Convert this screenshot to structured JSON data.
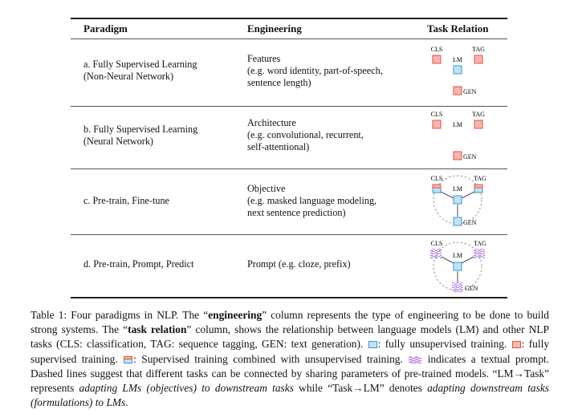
{
  "table": {
    "headers": {
      "paradigm": "Paradigm",
      "engineering": "Engineering",
      "relation": "Task Relation"
    },
    "rows": [
      {
        "paradigm": [
          "a. Fully Supervised Learning",
          "(Non-Neural Network)"
        ],
        "engineering": [
          "Features",
          "(e.g. word identity, part-of-speech,",
          "sentence length)"
        ]
      },
      {
        "paradigm": [
          "b. Fully Supervised Learning",
          "(Neural Network)"
        ],
        "engineering": [
          "Architecture",
          "(e.g. convolutional, recurrent,",
          "self-attentional)"
        ]
      },
      {
        "paradigm": [
          "c. Pre-train, Fine-tune"
        ],
        "engineering": [
          "Objective",
          "(e.g. masked language modeling,",
          "next sentence prediction)"
        ]
      },
      {
        "paradigm": [
          "d. Pre-train, Prompt, Predict"
        ],
        "engineering": [
          "Prompt (e.g. cloze, prefix)"
        ]
      }
    ],
    "diagram_labels": {
      "cls": "CLS",
      "tag": "TAG",
      "lm": "LM",
      "gen": "GEN"
    }
  },
  "colors": {
    "supervised_fill": "#f6b7ad",
    "supervised_stroke": "#e0533f",
    "unsupervised_fill": "#bfe3f4",
    "unsupervised_stroke": "#3c97c9",
    "prompt": "#b37ae3",
    "dashed": "#8a8a8a"
  },
  "caption": {
    "t1": "Table 1: Four paradigms in NLP. The “",
    "b1": "engineering",
    "t2": "” column represents the type of engineering to be done to build strong systems. The “",
    "b2": "task relation",
    "t3": "” column, shows the relationship between language models (LM) and other NLP tasks (CLS: classification, TAG: sequence tagging, GEN: text generation).",
    "t4": ": fully unsupervised training.",
    "t5": ": fully supervised training.",
    "t6": ": Supervised training combined with unsupervised training.",
    "t7": " indicates a textual prompt. Dashed lines suggest that different tasks can be connected by sharing parameters of pre-trained models. “LM→Task” represents ",
    "i1": "adapting LMs (objectives) to downstream tasks",
    "t8": " while “Task→LM” denotes ",
    "i2": "adapting downstream tasks (formulations) to LMs",
    "t9": "."
  }
}
